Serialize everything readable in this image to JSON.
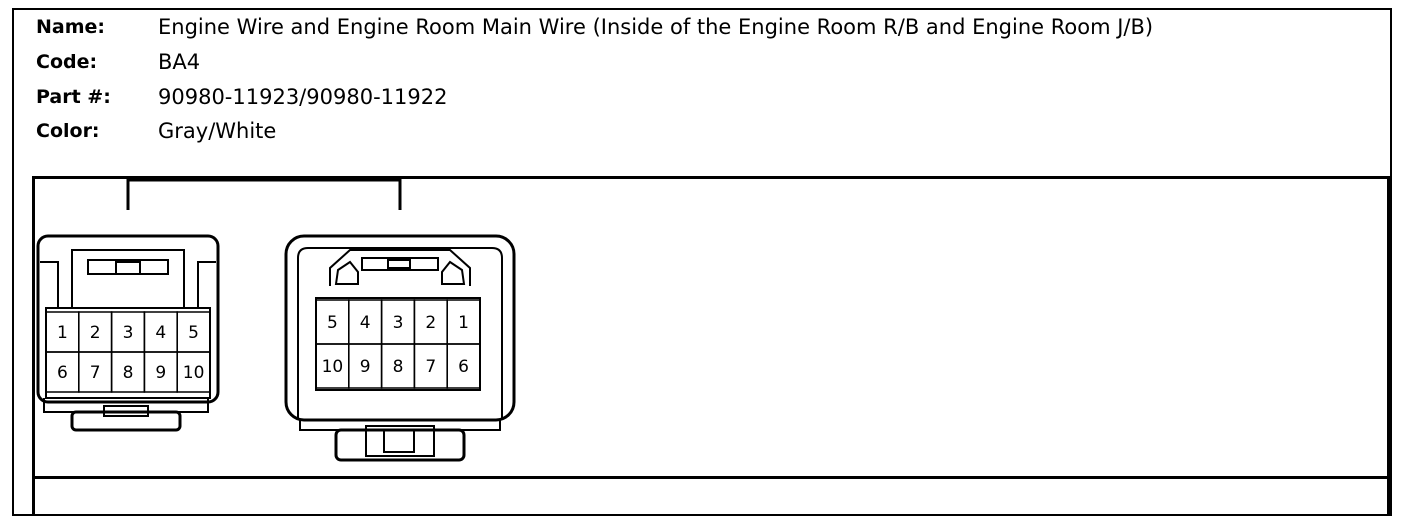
{
  "connector": {
    "name_label": "Name:",
    "name_value": "Engine Wire and Engine Room Main Wire (Inside of the Engine Room R/B and Engine Room J/B)",
    "code_label": "Code:",
    "code_value": "BA4",
    "part_label": "Part #:",
    "part_value": "90980-11923/90980-11922",
    "color_label": "Color:",
    "color_value": "Gray/White"
  },
  "left_connector_pins": {
    "top": [
      "1",
      "2",
      "3",
      "4",
      "5"
    ],
    "bottom": [
      "6",
      "7",
      "8",
      "9",
      "10"
    ]
  },
  "right_connector_pins": {
    "top": [
      "5",
      "4",
      "3",
      "2",
      "1"
    ],
    "bottom": [
      "10",
      "9",
      "8",
      "7",
      "6"
    ]
  }
}
